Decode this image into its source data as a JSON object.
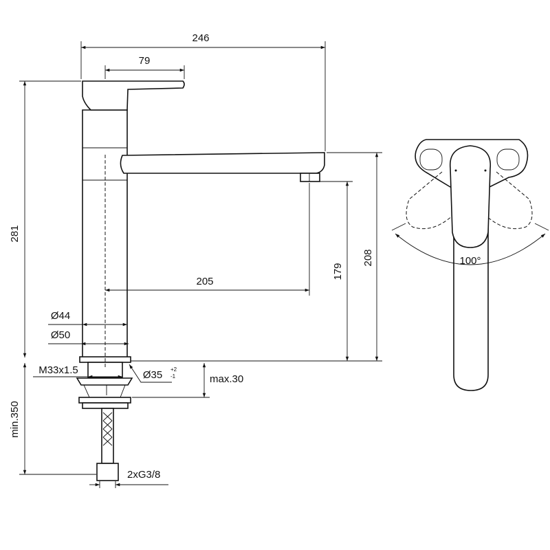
{
  "dimensions": {
    "total_width": "246",
    "lever_length": "79",
    "total_height": "281",
    "spout_height": "208",
    "outlet_height": "179",
    "spout_reach": "205",
    "body_diameter_44": "Ø44",
    "base_diameter_50": "Ø50",
    "thread": "M33x1.5",
    "hole_diameter": "Ø35",
    "hole_tolerance_plus": "+2",
    "hole_tolerance_minus": "-1",
    "max_thickness": "max.30",
    "hose_length": "min.350",
    "connection": "2xG3/8",
    "lever_angle": "100°"
  }
}
